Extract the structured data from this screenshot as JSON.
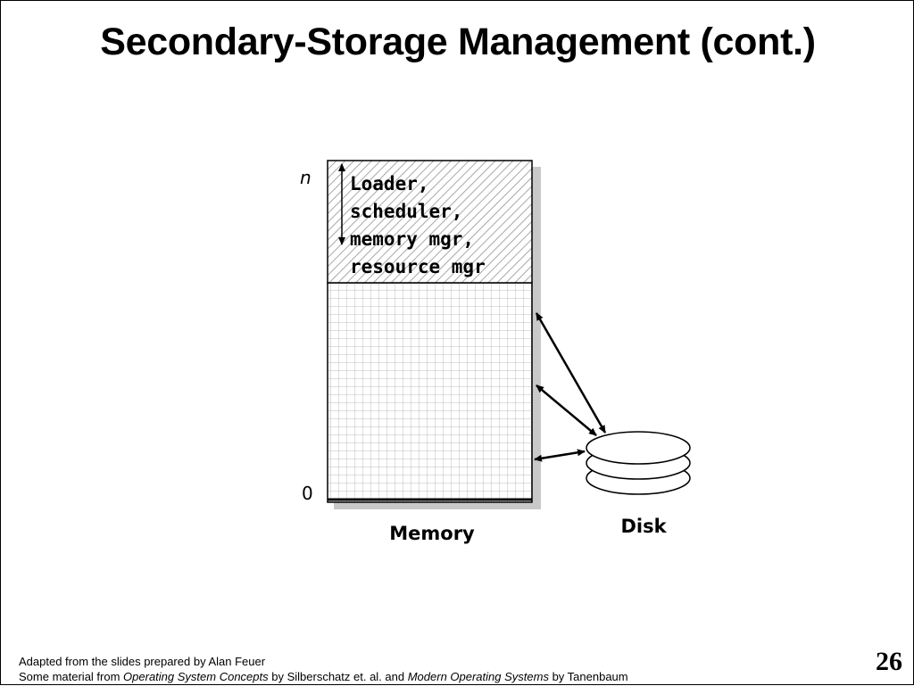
{
  "slide": {
    "title": "Secondary-Storage Management (cont.)",
    "number": "26"
  },
  "diagram": {
    "memory_top_label": "n",
    "memory_bottom_label": "0",
    "os_region_lines": [
      "Loader,",
      "scheduler,",
      "memory mgr,",
      "resource mgr"
    ],
    "memory_label": "Memory",
    "disk_label": "Disk"
  },
  "footer": {
    "line1": "Adapted from the slides prepared by Alan Feuer",
    "line2_prefix": "Some material from ",
    "book1": "Operating System Concepts",
    "line2_mid": " by Silberschatz et. al. and ",
    "book2": "Modern Operating Systems",
    "line2_suffix": " by Tanenbaum"
  }
}
